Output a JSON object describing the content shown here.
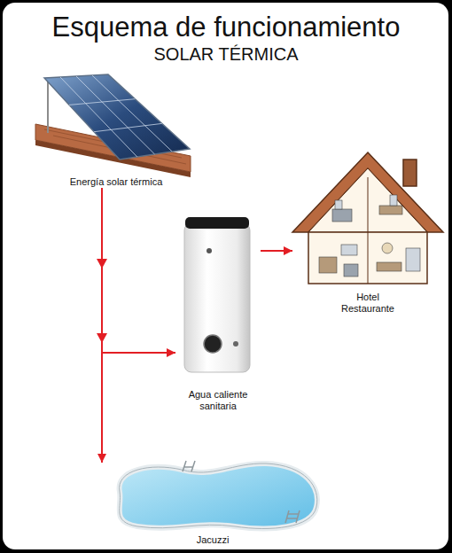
{
  "diagram": {
    "title": "Esquema de funcionamiento",
    "nodes": [
      {
        "text": [
          "Energía solar térmica"
        ]
      },
      {
        "text": [
          "Agua caliente sanitaria"
        ]
      },
      {
        "text": [
          "Hotel Restaurante"
        ]
      },
      {
        "text": [
          "Jacuzzi"
        ]
      }
    ],
    "edges": [
      {
        "from": 0,
        "to": 1,
        "arrow": "to"
      },
      {
        "from": 0,
        "to": 3,
        "arrow": "to"
      },
      {
        "from": 1,
        "to": 2,
        "arrow": "to"
      }
    ],
    "labels": [
      "SOLAR TÉRMICA"
    ]
  }
}
